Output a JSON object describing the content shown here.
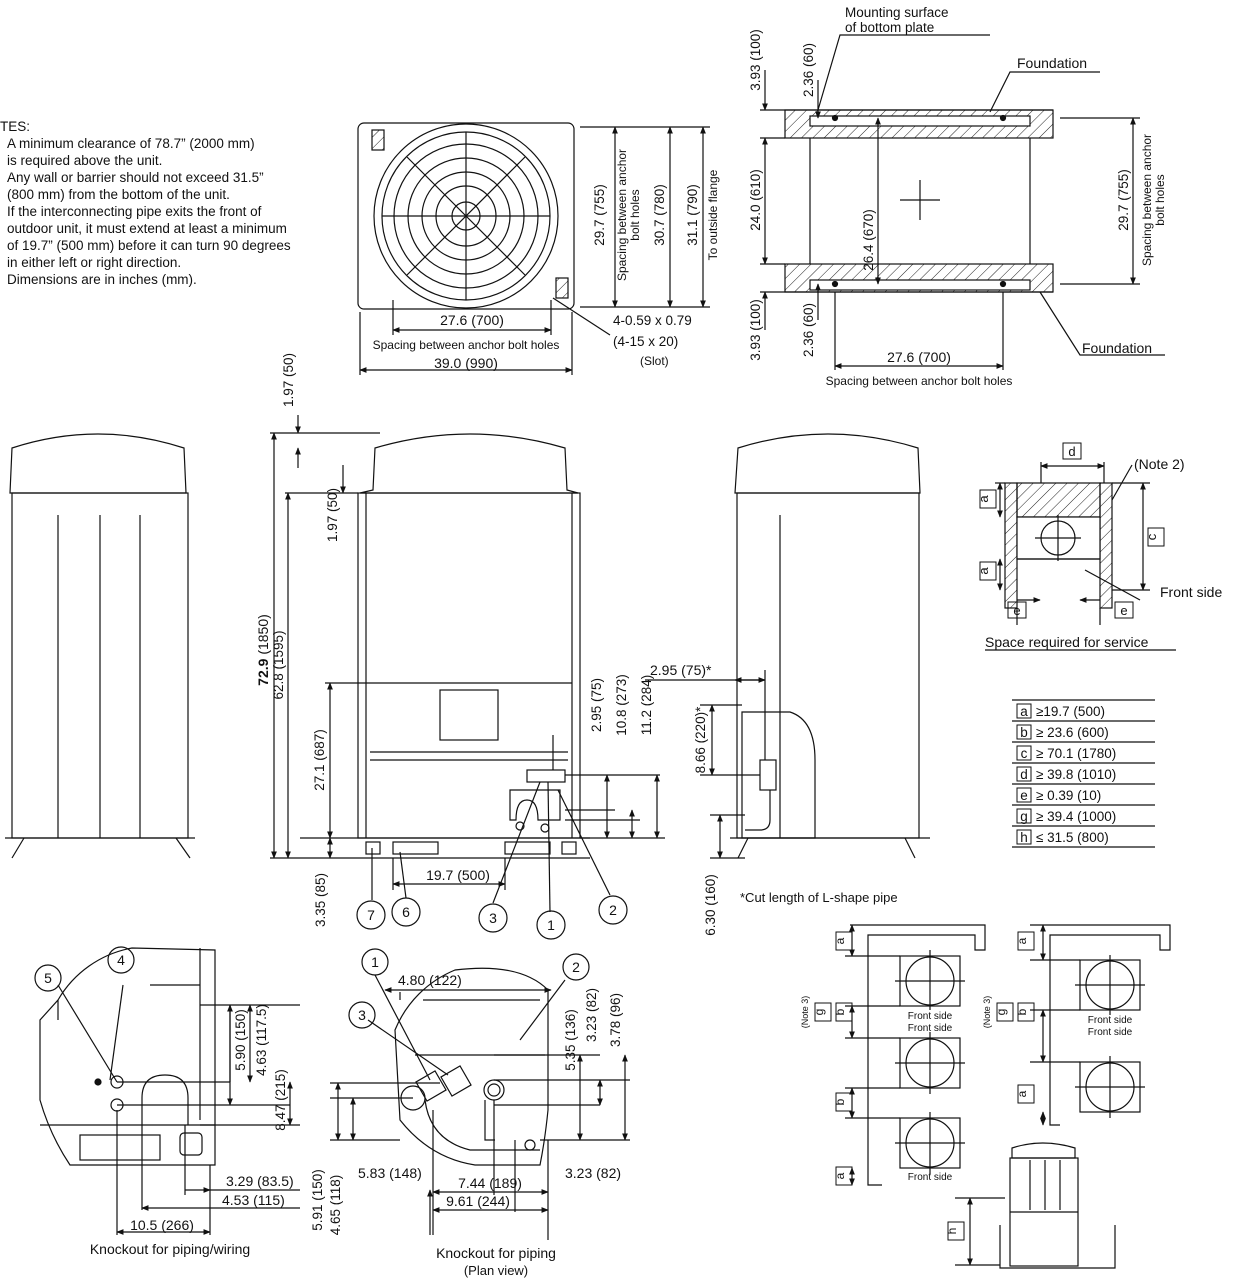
{
  "notes": {
    "heading": "TES:",
    "lines": [
      "A minimum clearance of 78.7” (2000 mm)",
      "is required above the unit.",
      "Any wall or barrier should not exceed 31.5”",
      "(800 mm) from the bottom of the unit.",
      "If the interconnecting pipe exits the front of",
      "outdoor unit,  it must extend at least a minimum",
      "of 19.7” (500 mm) before it can turn 90 degrees",
      "in either left or right direction.",
      "Dimensions are in inches (mm)."
    ]
  },
  "top_view": {
    "spacing_label": "Spacing between anchor bolt holes",
    "dim_width": "39.0 (990)",
    "dim_anchor_spacing": "27.6 (700)",
    "dim_755": "29.7 (755)",
    "spacing_label_v1": "Spacing between anchor",
    "spacing_label_v2": "bolt holes",
    "dim_780": "30.7 (780)",
    "dim_790": "31.1 (790)",
    "outside_flange": "To outside flange",
    "slot_1": "4-0.59 x 0.79",
    "slot_2": "(4-15 x 20)",
    "slot_3": "(Slot)"
  },
  "foundation_view": {
    "mounting_1": "Mounting surface",
    "mounting_2": "of bottom plate",
    "foundation_top": "Foundation",
    "foundation_bottom": "Foundation",
    "dim_top_100": "3.93 (100)",
    "dim_top_60": "2.36 (60)",
    "dim_610": "24.0 (610)",
    "dim_670": "26.4 (670)",
    "dim_bottom_100": "3.93 (100)",
    "dim_bottom_60": "2.36 (60)",
    "dim_700": "27.6 (700)",
    "spacing_label": "Spacing between anchor bolt holes",
    "dim_755": "29.7 (755)",
    "spacing_v1": "Spacing between anchor",
    "spacing_v2": "bolt holes"
  },
  "front_view": {
    "dim_top_50": "1.97 (50)",
    "dim_height_a": "72.9",
    "dim_height_b": " (1850)",
    "dim_1595": "62.8 (1595)",
    "dim_inner_50": "1.97 (50)",
    "dim_687": "27.1 (687)",
    "dim_85": "3.35 (85)",
    "dim_500": "19.7 (500)",
    "dim_75": "2.95 (75)",
    "dim_273": "10.8 (273)",
    "dim_284": "11.2 (284)",
    "callouts": [
      "7",
      "6",
      "3",
      "1",
      "2"
    ]
  },
  "side_view": {
    "dim_75": "2.95 (75)*",
    "dim_220": "8.66 (220)*",
    "dim_160": "6.30 (160)",
    "cut_note": "*Cut length of L-shape pipe"
  },
  "service_space": {
    "title": "Space required for service",
    "front_side": "Front side",
    "note2": "(Note 2)",
    "labels": {
      "a": "a",
      "c": "c",
      "d": "d",
      "e": "e"
    },
    "table": [
      {
        "key": "a",
        "value": "≥19.7 (500)"
      },
      {
        "key": "b",
        "value": "≥ 23.6 (600)"
      },
      {
        "key": "c",
        "value": "≥ 70.1 (1780)"
      },
      {
        "key": "d",
        "value": "≥ 39.8 (1010)"
      },
      {
        "key": "e",
        "value": "≥  0.39 (10)"
      },
      {
        "key": "g",
        "value": "≥ 39.4 (1000)"
      },
      {
        "key": "h",
        "value": "≤  31.5 (800)"
      }
    ]
  },
  "knockout_wiring": {
    "caption": "Knockout for piping/wiring",
    "callouts": [
      "5",
      "4"
    ],
    "dim_150": "5.90 (150)",
    "dim_117": "4.63 (117.5)",
    "dim_215": "8.47 (215)",
    "dim_83": "3.29 (83.5)",
    "dim_115": "4.53 (115)",
    "dim_266": "10.5 (266)"
  },
  "knockout_piping": {
    "caption_1": "Knockout for piping",
    "caption_2": "(Plan view)",
    "callouts": [
      "1",
      "2",
      "3"
    ],
    "dim_122": "4.80 (122)",
    "dim_136": "5.35 (136)",
    "dim_82v": "3.23 (82)",
    "dim_96": "3.78 (96)",
    "dim_148": "5.83 (148)",
    "dim_82h": "3.23 (82)",
    "dim_189": "7.44 (189)",
    "dim_244": "9.61 (244)",
    "dim_150": "5.91 (150)",
    "dim_118": "4.65 (118)"
  },
  "installation": {
    "front_side": "Front side",
    "note3": "(Note 3)",
    "a": "a",
    "b": "b",
    "g": "g",
    "h": "h"
  }
}
